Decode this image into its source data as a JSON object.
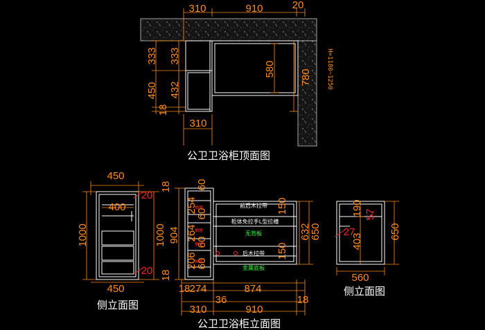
{
  "top_view": {
    "title": "公卫卫浴柜顶面图",
    "dims": {
      "top_left": "310",
      "top_mid": "910",
      "top_right": "20",
      "left_a": "333",
      "left_b": "333",
      "left_c": "450",
      "left_d": "432",
      "left_e": "18",
      "center_h": "580",
      "right_h": "780",
      "bottom": "310"
    },
    "vertical_note": "H=1180~1250"
  },
  "side_view_left": {
    "title": "侧立面图",
    "dims": {
      "top_width": "450",
      "bottom_width": "450",
      "inner_width": "400",
      "height_left": "1000",
      "height_right": "1000",
      "top_18": "18",
      "bot_18": "18",
      "red_top": "20",
      "red_bottom": "20"
    }
  },
  "front_view": {
    "title": "公卫卫浴柜立面图",
    "dims": {
      "c904": "904",
      "c60_top": "60",
      "c254": "254",
      "c60a": "60",
      "c264": "264",
      "c60b": "60",
      "c206": "206",
      "c60c": "60",
      "b18": "18",
      "b274": "274",
      "b874": "874",
      "b36": "36",
      "b18r": "18",
      "b310": "310",
      "b910": "910",
      "r632": "632",
      "r650": "650",
      "r150a": "150",
      "r150b": "150"
    },
    "labels": {
      "front_back": "前后木拉带",
      "cabinet_note": "柜体免拉手L型拉槽",
      "no_back": "无背板",
      "back_wood": "后木拉带",
      "metal_base": "金属底板",
      "small_red_1": "抽屉",
      "small_red_2": "抽屉",
      "small_red_3": "抽屉",
      "small_red_4": "抽屉"
    }
  },
  "side_view_right": {
    "title": "侧立面图",
    "dims": {
      "width": "560",
      "height": "650",
      "d190": "190",
      "d403": "403",
      "red_27": "27",
      "red_57": "57"
    }
  },
  "colors": {
    "dim": "#ff8c1a",
    "line": "#ffffff",
    "red": "#ff2020",
    "green": "#33ff33"
  }
}
